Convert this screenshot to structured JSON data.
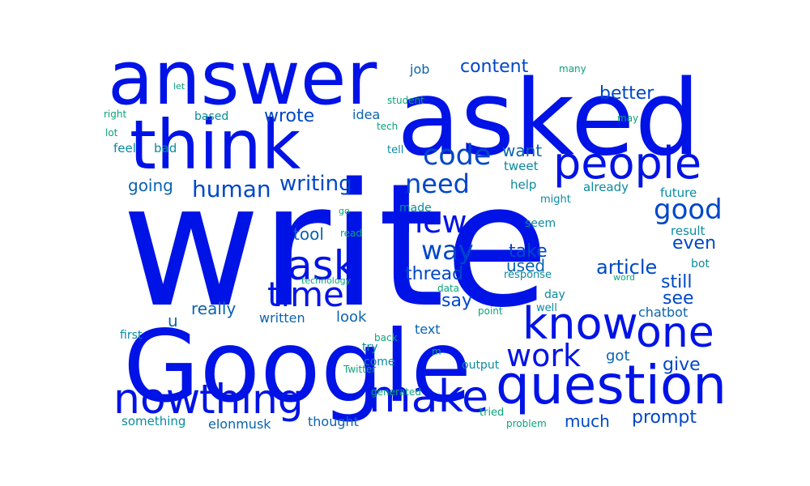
{
  "colors": {
    "dark_blue": "#0013e6",
    "mid_blue": "#0047c8",
    "steel_blue": "#0a63b0",
    "teal": "#0a8aa0",
    "green": "#0aa37a"
  },
  "words": [
    {
      "text": "write",
      "color": "dark_blue"
    },
    {
      "text": "asked",
      "color": "dark_blue"
    },
    {
      "text": "Google",
      "color": "dark_blue"
    },
    {
      "text": "answer",
      "color": "dark_blue"
    },
    {
      "text": "think",
      "color": "dark_blue"
    },
    {
      "text": "question",
      "color": "dark_blue"
    },
    {
      "text": "know",
      "color": "dark_blue"
    },
    {
      "text": "one",
      "color": "dark_blue"
    },
    {
      "text": "people",
      "color": "dark_blue"
    },
    {
      "text": "make",
      "color": "dark_blue"
    },
    {
      "text": "now",
      "color": "dark_blue"
    },
    {
      "text": "thing",
      "color": "dark_blue"
    },
    {
      "text": "ask",
      "color": "dark_blue"
    },
    {
      "text": "time",
      "color": "dark_blue"
    },
    {
      "text": "work",
      "color": "dark_blue"
    },
    {
      "text": "new",
      "color": "dark_blue"
    },
    {
      "text": "code",
      "color": "mid_blue"
    },
    {
      "text": "good",
      "color": "mid_blue"
    },
    {
      "text": "need",
      "color": "mid_blue"
    },
    {
      "text": "way",
      "color": "mid_blue"
    },
    {
      "text": "human",
      "color": "mid_blue"
    },
    {
      "text": "writing",
      "color": "mid_blue"
    },
    {
      "text": "wrote",
      "color": "mid_blue"
    },
    {
      "text": "content",
      "color": "mid_blue"
    },
    {
      "text": "better",
      "color": "mid_blue"
    },
    {
      "text": "article",
      "color": "mid_blue"
    },
    {
      "text": "thread",
      "color": "mid_blue"
    },
    {
      "text": "take",
      "color": "mid_blue"
    },
    {
      "text": "even",
      "color": "mid_blue"
    },
    {
      "text": "still",
      "color": "mid_blue"
    },
    {
      "text": "say",
      "color": "mid_blue"
    },
    {
      "text": "see",
      "color": "mid_blue"
    },
    {
      "text": "give",
      "color": "mid_blue"
    },
    {
      "text": "prompt",
      "color": "mid_blue"
    },
    {
      "text": "much",
      "color": "mid_blue"
    },
    {
      "text": "going",
      "color": "steel_blue"
    },
    {
      "text": "want",
      "color": "steel_blue"
    },
    {
      "text": "tool",
      "color": "steel_blue"
    },
    {
      "text": "used",
      "color": "steel_blue"
    },
    {
      "text": "really",
      "color": "steel_blue"
    },
    {
      "text": "look",
      "color": "steel_blue"
    },
    {
      "text": "u",
      "color": "steel_blue"
    },
    {
      "text": "got",
      "color": "steel_blue"
    },
    {
      "text": "thought",
      "color": "steel_blue"
    },
    {
      "text": "elonmusk",
      "color": "steel_blue"
    },
    {
      "text": "job",
      "color": "steel_blue"
    },
    {
      "text": "idea",
      "color": "steel_blue"
    },
    {
      "text": "written",
      "color": "steel_blue"
    },
    {
      "text": "text",
      "color": "steel_blue"
    },
    {
      "text": "chatbot",
      "color": "steel_blue"
    },
    {
      "text": "result",
      "color": "teal"
    },
    {
      "text": "future",
      "color": "teal"
    },
    {
      "text": "help",
      "color": "teal"
    },
    {
      "text": "tweet",
      "color": "teal"
    },
    {
      "text": "already",
      "color": "teal"
    },
    {
      "text": "bot",
      "color": "teal"
    },
    {
      "text": "day",
      "color": "teal"
    },
    {
      "text": "feel",
      "color": "teal"
    },
    {
      "text": "bad",
      "color": "teal"
    },
    {
      "text": "something",
      "color": "teal"
    },
    {
      "text": "made",
      "color": "teal"
    },
    {
      "text": "seem",
      "color": "teal"
    },
    {
      "text": "might",
      "color": "teal"
    },
    {
      "text": "try",
      "color": "teal"
    },
    {
      "text": "come",
      "color": "teal"
    },
    {
      "text": "response",
      "color": "teal"
    },
    {
      "text": "output",
      "color": "teal"
    },
    {
      "text": "well",
      "color": "teal"
    },
    {
      "text": "tell",
      "color": "teal"
    },
    {
      "text": "first",
      "color": "teal"
    },
    {
      "text": "based",
      "color": "teal"
    },
    {
      "text": "many",
      "color": "green"
    },
    {
      "text": "let",
      "color": "green"
    },
    {
      "text": "right",
      "color": "green"
    },
    {
      "text": "lot",
      "color": "green"
    },
    {
      "text": "student",
      "color": "green"
    },
    {
      "text": "tech",
      "color": "green"
    },
    {
      "text": "may",
      "color": "green"
    },
    {
      "text": "go",
      "color": "green"
    },
    {
      "text": "read",
      "color": "green"
    },
    {
      "text": "technology",
      "color": "green"
    },
    {
      "text": "data",
      "color": "green"
    },
    {
      "text": "word",
      "color": "green"
    },
    {
      "text": "point",
      "color": "green"
    },
    {
      "text": "back",
      "color": "green"
    },
    {
      "text": "m",
      "color": "green"
    },
    {
      "text": "Twitter",
      "color": "green"
    },
    {
      "text": "generated",
      "color": "green"
    },
    {
      "text": "tried",
      "color": "green"
    },
    {
      "text": "problem",
      "color": "green"
    }
  ]
}
